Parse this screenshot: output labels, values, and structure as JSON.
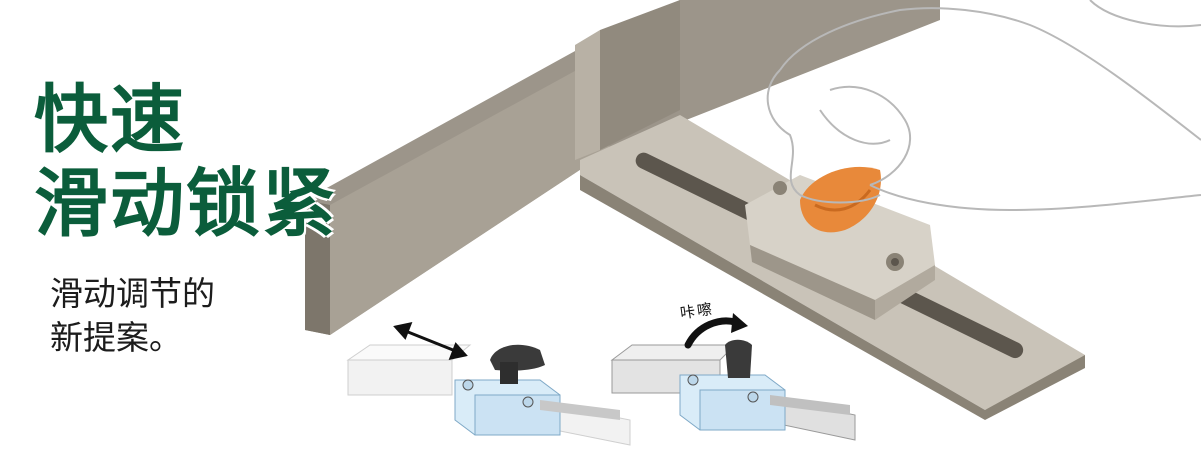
{
  "headline": {
    "line1": "快速",
    "line2": "滑动锁紧"
  },
  "subtext": {
    "line1": "滑动调节的",
    "line2": "新提案。"
  },
  "illustration": {
    "click_label": "咔嚓"
  },
  "colors": {
    "brand_green": "#0b5d3b",
    "metal": "#a39b8f",
    "metal_dark": "#7d766b",
    "knob_orange": "#e8893a",
    "clamp_blue": "#d9ecf8",
    "knob_dark": "#3a3a3a"
  },
  "icons": [
    "double-arrow-icon",
    "curved-arrow-icon"
  ]
}
